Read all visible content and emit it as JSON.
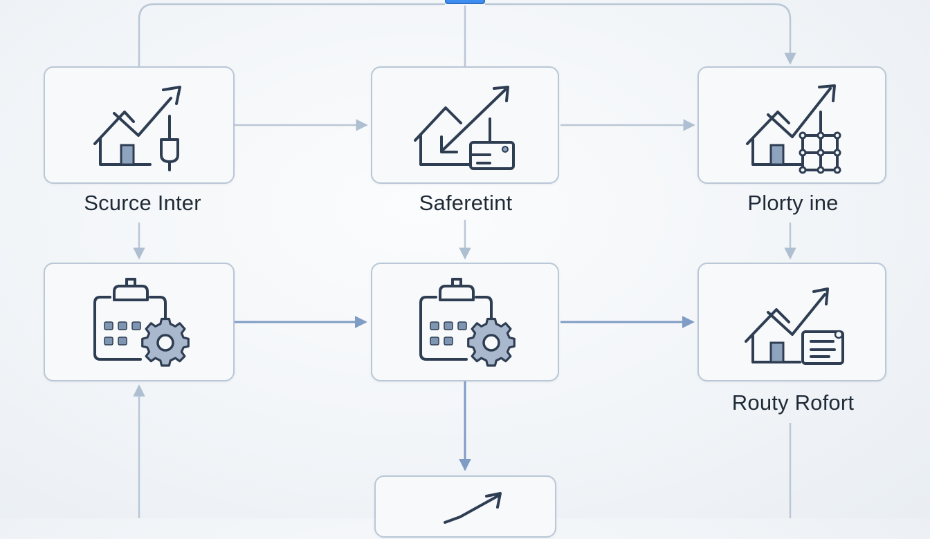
{
  "diagram": {
    "nodes": [
      {
        "id": "source-inter",
        "label": "Scurce Inter",
        "icon": "house-trend-plug-icon"
      },
      {
        "id": "safercint",
        "label": "Saferetint",
        "icon": "house-trend-card-icon"
      },
      {
        "id": "plorty-ine",
        "label": "Plorty ine",
        "icon": "house-trend-grid-icon"
      },
      {
        "id": "schedule-1",
        "label": "",
        "icon": "calendar-gear-icon"
      },
      {
        "id": "schedule-2",
        "label": "",
        "icon": "calendar-gear-icon"
      },
      {
        "id": "routy-rofort",
        "label": "Routy Rofort",
        "icon": "house-trend-document-icon"
      },
      {
        "id": "bottom-node",
        "label": "",
        "icon": "trend-arrow-icon"
      }
    ],
    "colors": {
      "icon_stroke": "#2e3d52",
      "icon_fill": "#8ea3bd",
      "connector_light": "#aebfd2",
      "connector_dark": "#7e9cc4",
      "handle": "#3d8ef0"
    }
  }
}
